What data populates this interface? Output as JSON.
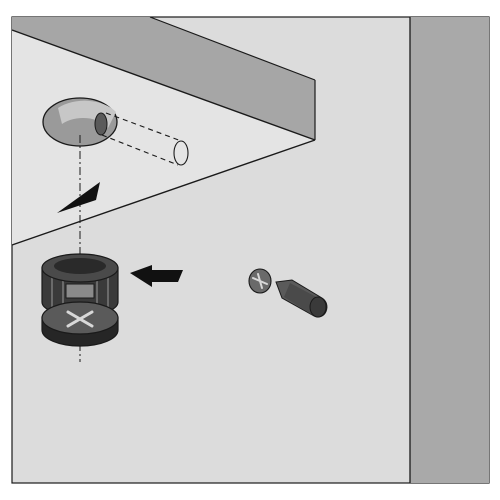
{
  "figure": {
    "kind": "furniture-assembly-instruction",
    "description_icons": [
      "panel-board",
      "cam-hole",
      "dowel-hole-dashed",
      "insert-arrow",
      "cam-lock-fitting",
      "push-arrow",
      "connecting-bolt",
      "side-panel"
    ]
  },
  "colors": {
    "page": "#ffffff",
    "background": "#dcdcdc",
    "panel_edge": "#a6a6a6",
    "side_panel": "#a9a9a9",
    "outline": "#1a1a1a",
    "cam_body": "#3a3a3a",
    "cam_dark": "#262626",
    "cam_light": "#6a6a6a",
    "bolt": "#5a5a5a",
    "arrow": "#111111"
  }
}
